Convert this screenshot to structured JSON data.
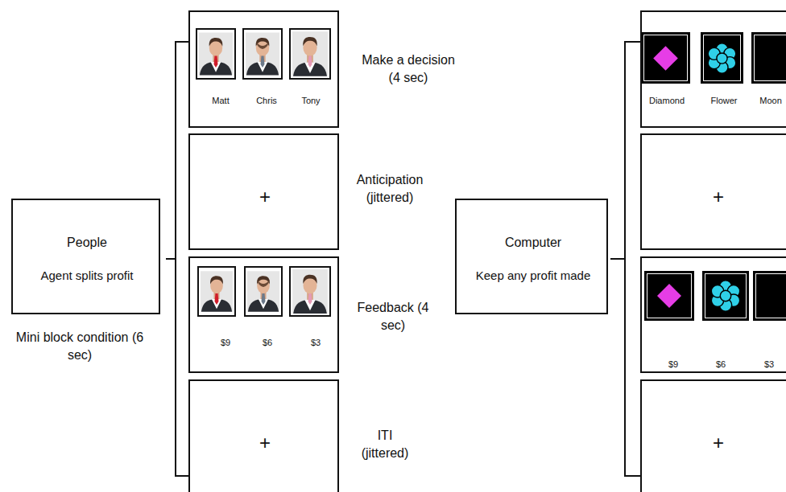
{
  "diagram": {
    "nodes": [
      {
        "text": [
          "People",
          "Agent splits profit"
        ]
      },
      {
        "text": [
          "Matt",
          "Chris",
          "Tony"
        ]
      },
      {
        "text": [
          "+"
        ]
      },
      {
        "text": [
          "$9",
          "$6",
          "$3"
        ]
      },
      {
        "text": [
          "+"
        ]
      },
      {
        "text": [
          "Computer",
          "Keep any profit made"
        ]
      },
      {
        "text": [
          "Diamond",
          "Flower",
          "Moon"
        ]
      },
      {
        "text": [
          "+"
        ]
      },
      {
        "text": [
          "$9",
          "$6",
          "$3"
        ]
      },
      {
        "text": [
          "+"
        ]
      }
    ],
    "labels": [
      "Mini block condition (6 sec)",
      "Make a decision (4 sec)",
      "Anticipation (jittered)",
      "Feedback (4 sec)",
      "ITI (jittered)"
    ]
  }
}
